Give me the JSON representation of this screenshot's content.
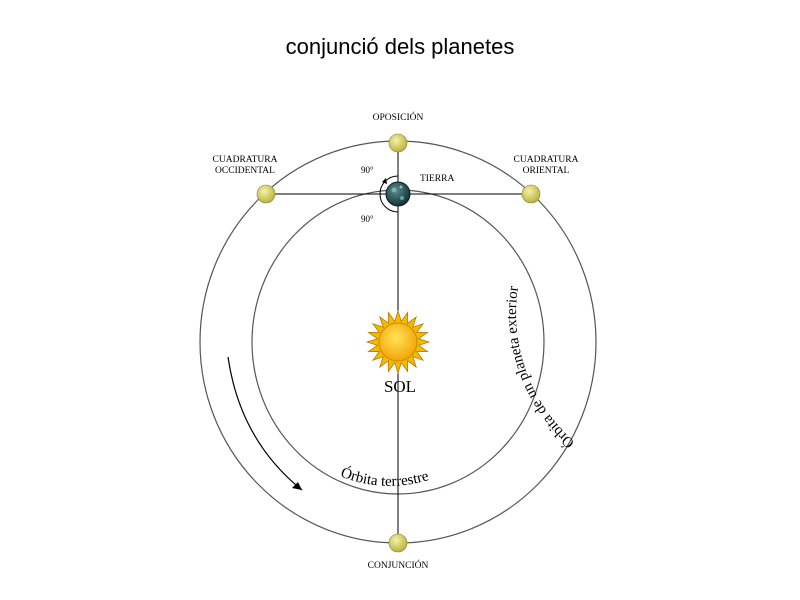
{
  "page": {
    "title": "conjunció dels planetes"
  },
  "diagram": {
    "labels": {
      "oposicion": "OPOSICIÓN",
      "cuadratura_occidental_1": "CUADRATURA",
      "cuadratura_occidental_2": "OCCIDENTAL",
      "cuadratura_oriental_1": "CUADRATURA",
      "cuadratura_oriental_2": "ORIENTAL",
      "tierra": "TIERRA",
      "angle_top": "90°",
      "angle_bottom": "90°",
      "sol": "SOL",
      "conjuncion": "CONJUNCIÓN",
      "orbita_terrestre": "Órbita terrestre",
      "orbita_exterior": "Órbita de un planeta exterior"
    },
    "colors": {
      "planet": "#d6d66a",
      "sun": "#f5b800",
      "earth": "#1b4a52",
      "line": "#000000"
    },
    "icons": [
      "sun-icon",
      "earth-icon",
      "planet-icon",
      "rotation-arrow-icon"
    ]
  }
}
